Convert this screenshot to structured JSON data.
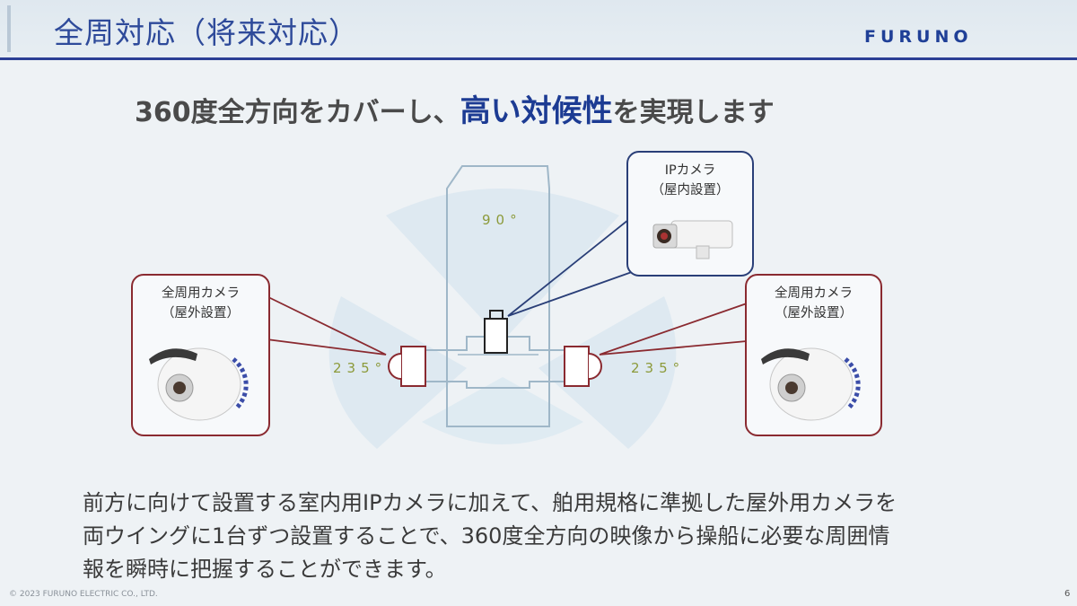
{
  "header": {
    "title": "全周対応（将来対応）",
    "logo": "FURUNO"
  },
  "headline": {
    "part1": "360度全方向をカバーし、",
    "emphasis": "高い対候性",
    "part2": "を実現します"
  },
  "diagram": {
    "top_angle": "90°",
    "left_angle": "235°",
    "right_angle": "235°",
    "ip_camera": {
      "line1": "IPカメラ",
      "line2": "（屋内設置）"
    },
    "left_camera": {
      "line1": "全周用カメラ",
      "line2": "（屋外設置）"
    },
    "right_camera": {
      "line1": "全周用カメラ",
      "line2": "（屋外設置）"
    }
  },
  "body": {
    "line1": "前方に向けて設置する室内用IPカメラに加えて、舶用規格に準拠した屋外用カメラを",
    "line2": "両ウイングに1台ずつ設置することで、360度全方向の映像から操船に必要な周囲情",
    "line3": "報を瞬時に把握することができます。"
  },
  "footer": {
    "copyright": "© 2023 FURUNO ELECTRIC CO., LTD.",
    "page": "6"
  },
  "colors": {
    "brand_blue": "#2b3f95",
    "callout_red": "#8a2a30",
    "angle_green": "#8c9a3a"
  }
}
